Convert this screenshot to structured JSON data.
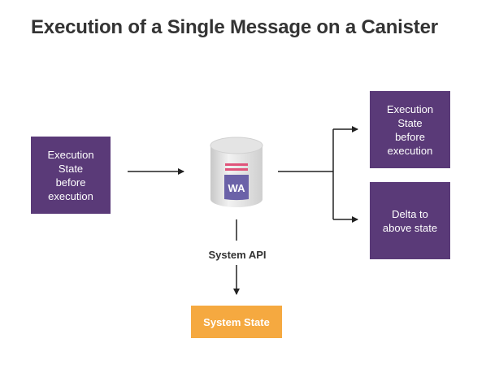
{
  "title": "Execution of a Single Message on a Canister",
  "input_box": {
    "lines": [
      "Execution",
      "State",
      "before",
      "execution"
    ]
  },
  "canister": {
    "badge": "WA",
    "icon": "database-cylinder-icon"
  },
  "output_box_1": {
    "lines": [
      "Execution",
      "State",
      "before",
      "execution"
    ]
  },
  "output_box_2": {
    "lines": [
      "Delta to",
      "above state"
    ]
  },
  "system_api_label": "System API",
  "system_state": "System State",
  "colors": {
    "purple": "#5a3a78",
    "orange": "#f5a940",
    "wa_badge": "#6b62a8",
    "stripe": "#e0547a",
    "arrow": "#222222"
  }
}
